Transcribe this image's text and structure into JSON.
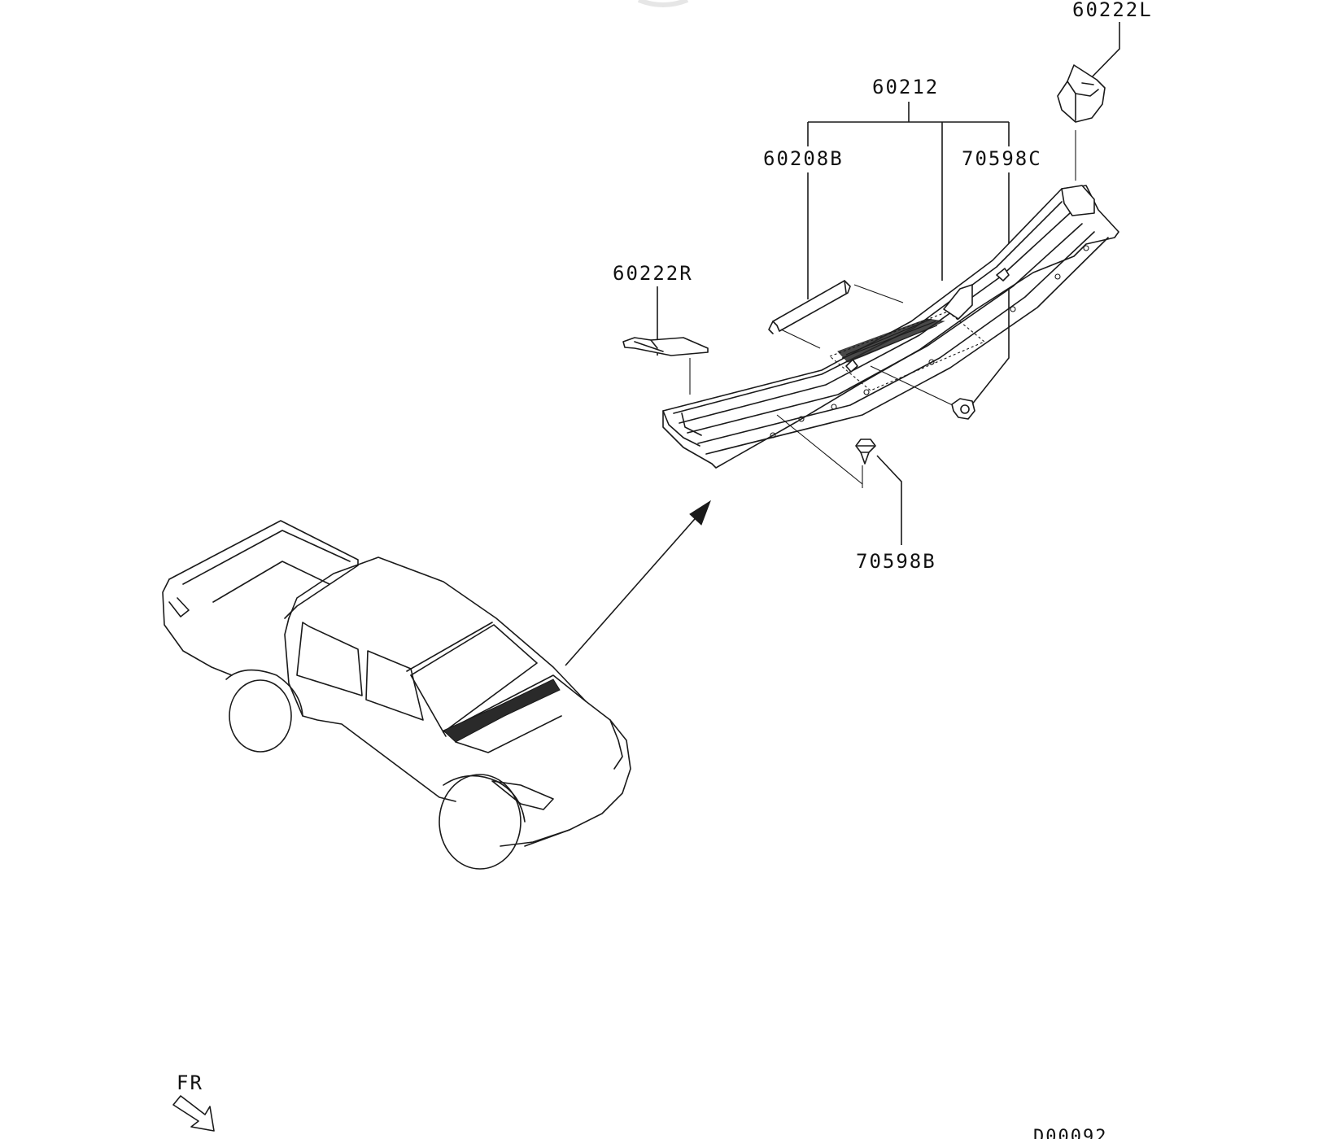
{
  "labels": {
    "p60222L": "60222L",
    "p60212": "60212",
    "p60208B": "60208B",
    "p70598C": "70598C",
    "p60222R": "60222R",
    "p70598B": "70598B",
    "fr": "FR",
    "diagram_code": "D00092"
  },
  "colors": {
    "ink": "#1a1a1a",
    "background": "#ffffff"
  }
}
